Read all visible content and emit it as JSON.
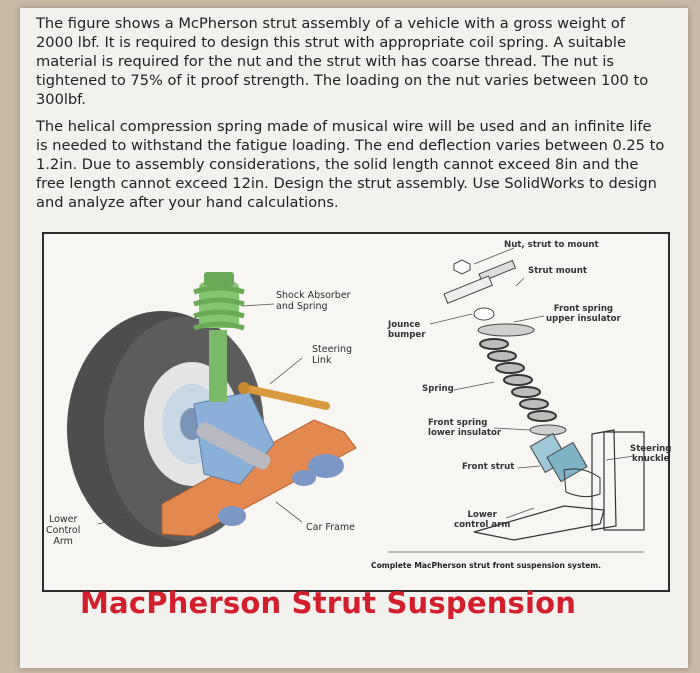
{
  "paragraphs": [
    "The figure shows a McPherson strut assembly of a vehicle with a gross weight of 2000 lbf. It is required to design this strut with appropriate coil spring. A suitable material is required for the nut and the strut with has coarse thread. The nut is tightened to 75% of it proof strength. The loading on the nut varies between 100 to 300lbf.",
    "The helical compression spring made of musical wire will be used and an infinite life is needed to withstand the fatigue loading. The end deflection varies between 0.25 to 1.2in. Due to assembly considerations, the solid length cannot exceed 8in and the free length cannot exceed 12in. Design the strut assembly. Use SolidWorks to design and analyze after your hand calculations."
  ],
  "figure": {
    "left_labels": {
      "shock_absorber": "Shock Absorber\nand Spring",
      "steering_link": "Steering\nLink",
      "lower_control_arm": "Lower\nControl\nArm",
      "car_frame": "Car Frame"
    },
    "right_labels": {
      "nut": "Nut, strut to mount",
      "strut_mount": "Strut mount",
      "front_spring_upper": "Front spring\nupper insulator",
      "jounce_bumper": "Jounce\nbumper",
      "spring": "Spring",
      "front_spring_lower": "Front spring\nlower insulator",
      "front_strut": "Front strut",
      "steering_knuckle": "Steering\nknuckle",
      "lower_control_arm": "Lower\ncontrol arm"
    },
    "caption": "Complete MacPherson strut front suspension system."
  },
  "title": "MacPherson Strut Suspension",
  "colors": {
    "title": "#d21f2b",
    "tire": "#4a4a4a",
    "spring": "#7fbf6a",
    "strut": "#8ec3cf",
    "arm": "#e0895a",
    "link": "#d89a3d"
  }
}
